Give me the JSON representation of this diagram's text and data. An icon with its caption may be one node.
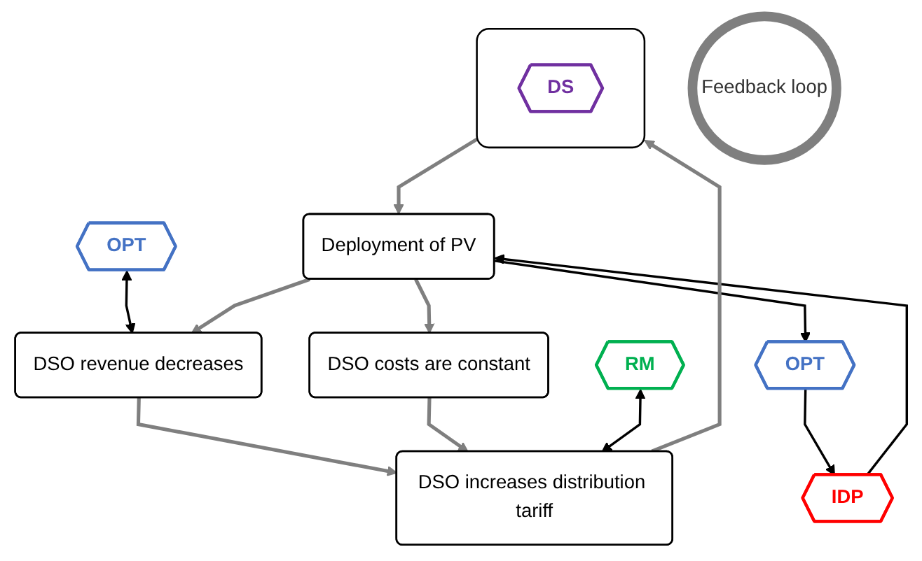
{
  "diagram": {
    "nodes": [
      {
        "text": [
          "OPT"
        ]
      },
      {
        "text": [
          "DSO revenue decreases"
        ]
      },
      {
        "text": [
          "DSO costs are constant"
        ]
      },
      {
        "text": [
          "IDP"
        ]
      },
      {
        "text": [
          "Deployment of PV"
        ]
      },
      {
        "text": [
          "Feedback loop"
        ]
      },
      {
        "text": [
          "DSO increases distribution tariff"
        ]
      },
      {
        "text": [
          "RM"
        ]
      },
      {
        "text": [
          "OPT"
        ]
      },
      {
        "text": [],
        "shape": "box"
      },
      {
        "text": [
          "DS"
        ],
        "in": 9
      }
    ],
    "edges": [
      {
        "from": 0,
        "to": 1,
        "arrow": "both",
        "color": "#000000"
      },
      {
        "from": 4,
        "to": 1,
        "arrow": "to"
      },
      {
        "from": 4,
        "to": 2,
        "arrow": "to"
      },
      {
        "from": 1,
        "to": 6,
        "arrow": "to"
      },
      {
        "from": 2,
        "to": 6,
        "arrow": "to"
      },
      {
        "from": 6,
        "to": 9,
        "arrow": "to"
      },
      {
        "from": 9,
        "to": 4,
        "arrow": "to"
      },
      {
        "from": 7,
        "to": 6,
        "arrow": "both",
        "color": "#000000"
      },
      {
        "from": 3,
        "to": 4,
        "arrow": "to",
        "color": "#000000"
      },
      {
        "from": 4,
        "to": 8,
        "arrow": "to",
        "color": "#000000"
      },
      {
        "from": 8,
        "to": 3,
        "arrow": "to",
        "color": "#000000"
      }
    ]
  }
}
